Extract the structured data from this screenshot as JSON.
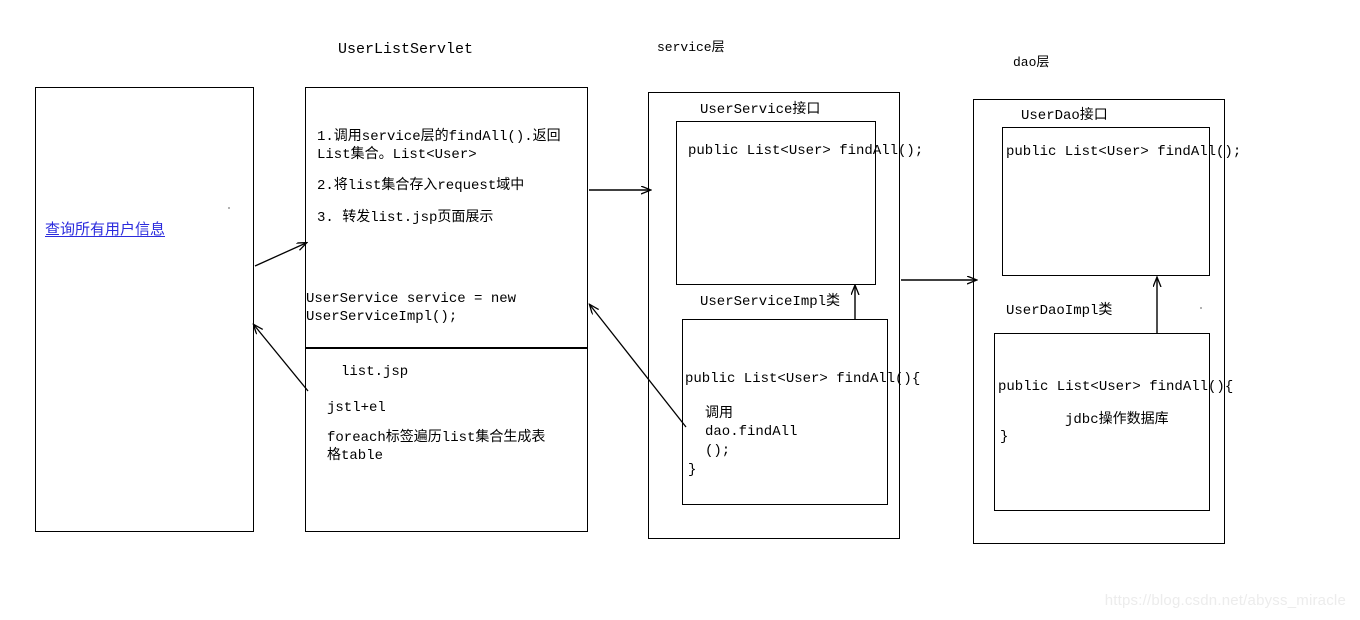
{
  "diagram": {
    "title_labels": {
      "servlet": "UserListServlet",
      "service": "service层",
      "dao": "dao层"
    },
    "left_panel": {
      "note": "查询所有用户信息"
    },
    "servlet_panel": {
      "step1": "1.调用service层的findAll().返回\nList集合。List<User>",
      "step2": "2.将list集合存入request域中",
      "step3": "3. 转发list.jsp页面展示",
      "declaration": "UserService service = new\nUserServiceImpl();",
      "jsp_title": "list.jsp",
      "jsp_tech": "jstl+el",
      "jsp_desc": "foreach标签遍历list集合生成表\n格table"
    },
    "service_panel": {
      "interface_label": "UserService接口",
      "interface_code": "public List<User> findAll();",
      "impl_label": "UserServiceImpl类",
      "impl_code_line1": "public List<User> findAll(){",
      "impl_code_body": "调用\ndao.findAll\n();",
      "impl_code_close": "}"
    },
    "dao_panel": {
      "interface_label": "UserDao接口",
      "interface_code": "public List<User> findAll();",
      "impl_label": "UserDaoImpl类",
      "impl_code_line1": "public List<User> findAll(){",
      "impl_code_body": "jdbc操作数据库",
      "impl_code_close": "}"
    },
    "watermark": "https://blog.csdn.net/abyss_miracle",
    "colors": {
      "stroke": "#000000",
      "note_text": "#2b2bdd",
      "watermark": "#ececec",
      "background": "#ffffff"
    }
  }
}
